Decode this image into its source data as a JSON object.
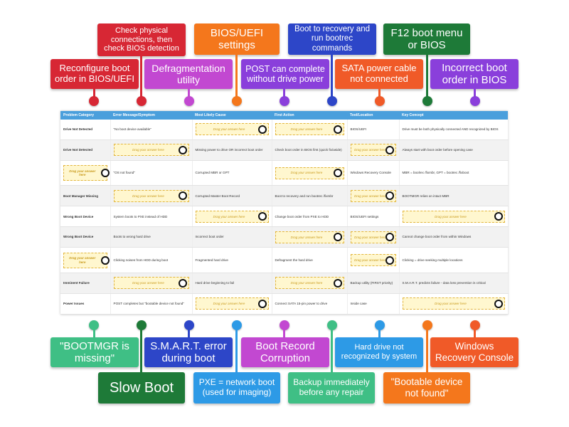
{
  "top_labels": [
    {
      "id": "top-1",
      "text": "Reconfigure boot order in BIOS/UEFI",
      "color": "#d72734"
    },
    {
      "id": "top-2",
      "text": "Check physical connections, then check BIOS detection",
      "color": "#d72734"
    },
    {
      "id": "top-3",
      "text": "Defragmentation utility",
      "color": "#c248d1"
    },
    {
      "id": "top-4",
      "text": "BIOS/UEFI settings",
      "color": "#f4771c"
    },
    {
      "id": "top-5",
      "text": "POST can complete without drive power",
      "color": "#8a3fdb"
    },
    {
      "id": "top-6",
      "text": "Boot to recovery and run bootrec commands",
      "color": "#2d46c8"
    },
    {
      "id": "top-7",
      "text": "SATA power cable not connected",
      "color": "#f05a28"
    },
    {
      "id": "top-8",
      "text": "F12 boot menu or BIOS",
      "color": "#1e7a38"
    },
    {
      "id": "top-9",
      "text": "Incorrect boot order in BIOS",
      "color": "#8a3fdb"
    }
  ],
  "bottom_labels": [
    {
      "id": "bot-1",
      "text": "\"BOOTMGR is missing\"",
      "color": "#3fbf85"
    },
    {
      "id": "bot-2",
      "text": "Slow Boot",
      "color": "#1e7a38"
    },
    {
      "id": "bot-3",
      "text": "S.M.A.R.T. error during boot",
      "color": "#2d46c8"
    },
    {
      "id": "bot-4",
      "text": "PXE = network boot (used for imaging)",
      "color": "#2d9ae6"
    },
    {
      "id": "bot-5",
      "text": "Boot Record Corruption",
      "color": "#c248d1"
    },
    {
      "id": "bot-6",
      "text": "Backup immediately before any repair",
      "color": "#3fbf85"
    },
    {
      "id": "bot-7",
      "text": "Hard drive not recognized by system",
      "color": "#2d9ae6"
    },
    {
      "id": "bot-8",
      "text": "\"Bootable device not found\"",
      "color": "#f4771c"
    },
    {
      "id": "bot-9",
      "text": "Windows Recovery Console",
      "color": "#f05a28"
    }
  ],
  "table": {
    "headers": [
      "Problem Category",
      "Error Message/Symptom",
      "Most Likely Cause",
      "First Action",
      "Tool/Location",
      "Key Concept"
    ],
    "placeholder": "Drag your answer here",
    "rows": [
      [
        "Drive Not Detected",
        "\"No boot device available\"",
        "@slot",
        "@slot",
        "BIOS/UEFI",
        "Drive must be both physically connected AND recognized by BIOS"
      ],
      [
        "Drive Not Detected",
        "@slot",
        "Missing power to drive OR incorrect boot order",
        "Check boot order in BIOS first (quick fix/aside)",
        "@slot",
        "Always start with boot order before opening case"
      ],
      [
        "@slot",
        "\"OS not found\"",
        "Corrupted MBR or GPT",
        "@slot",
        "Windows Recovery Console",
        "MBR = boolrec /fixmbr, GPT = bootrec /fixboot"
      ],
      [
        "Boot Manager Missing",
        "@slot",
        "Corrupted Master Boot Record",
        "Boot to recovery and run bootrec /fixmbr",
        "@slot",
        "BOOTMGR relies on intact MBR"
      ],
      [
        "Wrong Boot Device",
        "System boots to PXE instead of HDD",
        "@slot",
        "Change boot order from PXE to HDD",
        "BIOS/UEFI settings",
        "@slot"
      ],
      [
        "Wrong Boot Device",
        "Boots to wrong hard drive",
        "Incorrect boot order",
        "@slot",
        "@slot",
        "Cannot change boot order from within Windows"
      ],
      [
        "@slot",
        "Clicking noises from HDD during boot",
        "Fragmented hard drive",
        "Defragment the hard drive",
        "@slot",
        "Clicking = drive seeking multiple locations"
      ],
      [
        "Imminent Failure",
        "@slot",
        "Hard drive beginning to fail",
        "@slot",
        "Backup utility (FIRST priority)",
        "S.M.A.R.T. predicts failure - data loss prevention is critical"
      ],
      [
        "Power Issues",
        "POST completes but \"bootable device not found\"",
        "@slot",
        "Connect SATA 15-pin power to drive",
        "Inside case",
        "@slot"
      ]
    ]
  }
}
